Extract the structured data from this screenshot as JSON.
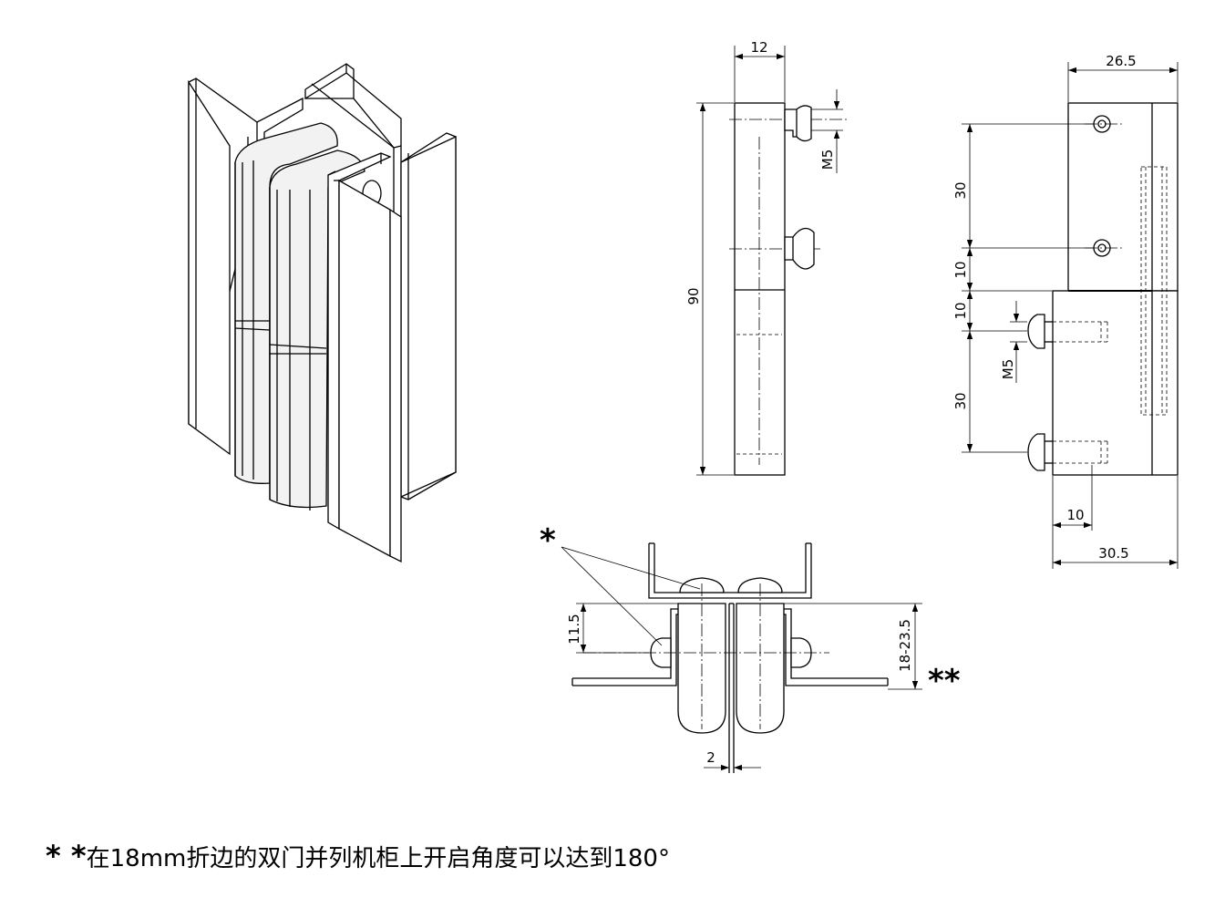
{
  "dimensions": {
    "front_width": "12",
    "front_height": "90",
    "front_thread": "M5",
    "side_top_width": "26.5",
    "side_bottom_width": "30.5",
    "side_spacing_upper": "30",
    "side_spacing_upper_small": "10",
    "side_spacing_lower_small": "10",
    "side_spacing_lower": "30",
    "side_thread": "M5",
    "side_screw_offset": "10",
    "top_offset": "11.5",
    "top_range": "18-23.5",
    "top_gap": "2"
  },
  "markers": {
    "single": "*",
    "double": "**"
  },
  "note": {
    "stars": "* *",
    "text": "在18mm折边的双门并列机柜上开启角度可以达到180°"
  }
}
